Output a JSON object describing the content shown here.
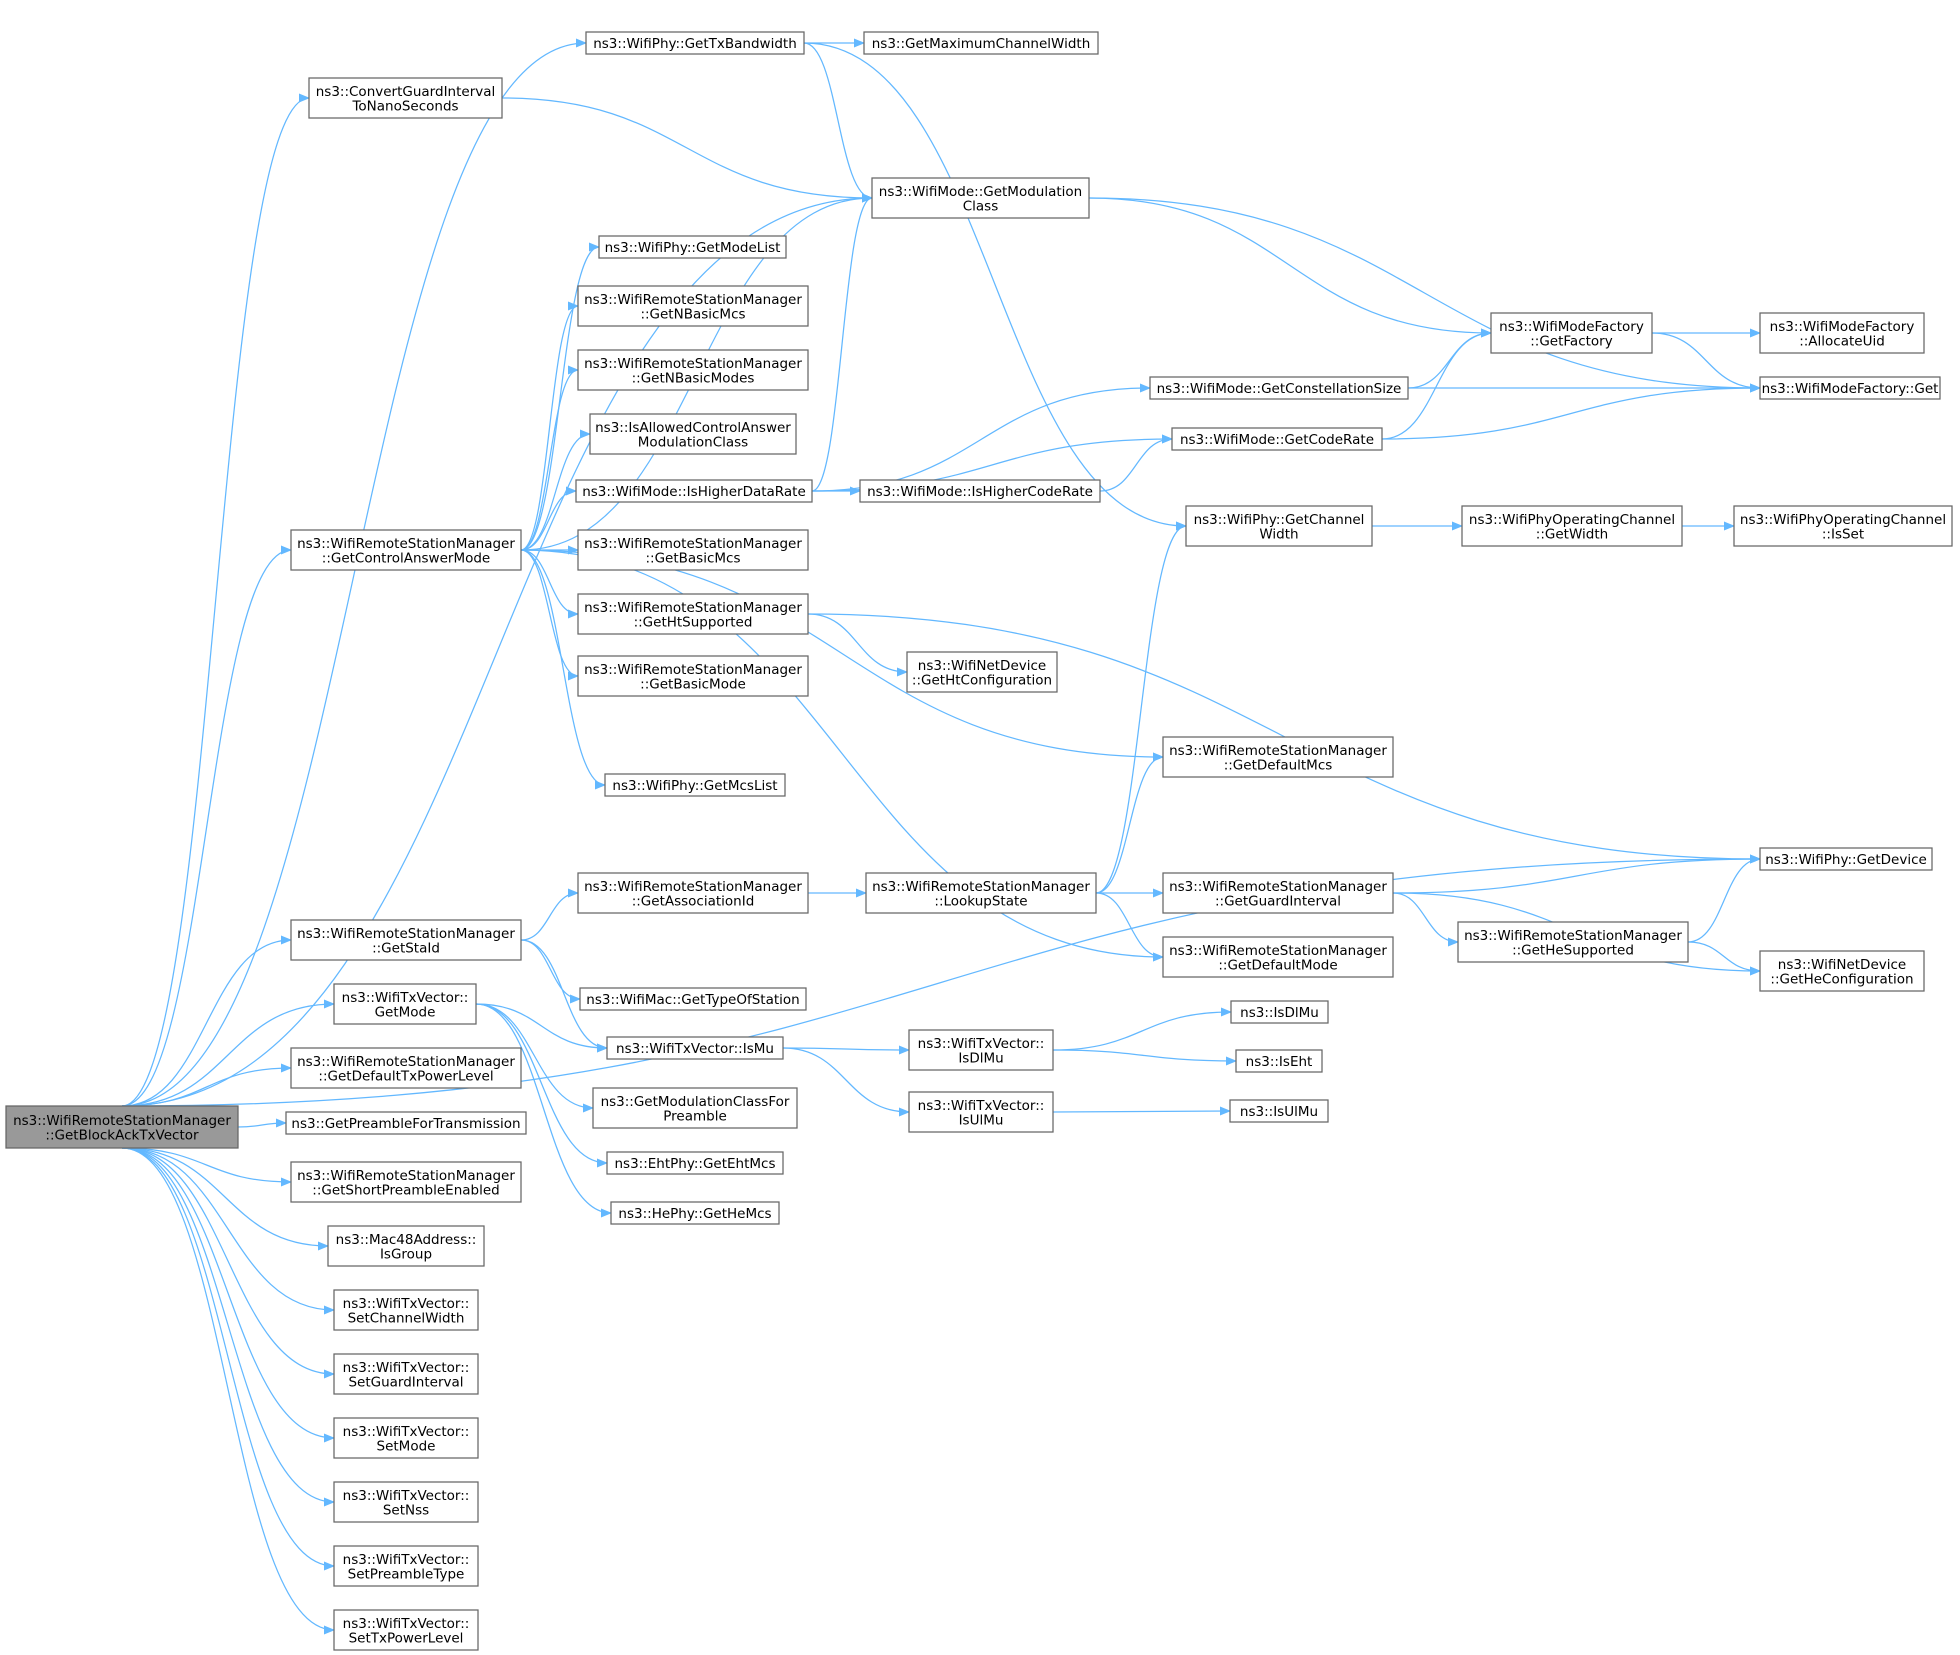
{
  "nodes": [
    {
      "id": "root",
      "lines": [
        "ns3::WifiRemoteStationManager",
        "::GetBlockAckTxVector"
      ],
      "root": true
    },
    {
      "id": "gettxbw",
      "lines": [
        "ns3::WifiPhy::GetTxBandwidth"
      ]
    },
    {
      "id": "getmaxcw",
      "lines": [
        "ns3::GetMaximumChannelWidth"
      ]
    },
    {
      "id": "convgi",
      "lines": [
        "ns3::ConvertGuardInterval",
        "ToNanoSeconds"
      ]
    },
    {
      "id": "getmodclass",
      "lines": [
        "ns3::WifiMode::GetModulation",
        "Class"
      ]
    },
    {
      "id": "getmodelist",
      "lines": [
        "ns3::WifiPhy::GetModeList"
      ]
    },
    {
      "id": "getnbasicmcs",
      "lines": [
        "ns3::WifiRemoteStationManager",
        "::GetNBasicMcs"
      ]
    },
    {
      "id": "getnbasicmodes",
      "lines": [
        "ns3::WifiRemoteStationManager",
        "::GetNBasicModes"
      ]
    },
    {
      "id": "isallowed",
      "lines": [
        "ns3::IsAllowedControlAnswer",
        "ModulationClass"
      ]
    },
    {
      "id": "ishigherdr",
      "lines": [
        "ns3::WifiMode::IsHigherDataRate"
      ]
    },
    {
      "id": "ishighercr",
      "lines": [
        "ns3::WifiMode::IsHigherCodeRate"
      ]
    },
    {
      "id": "getcam",
      "lines": [
        "ns3::WifiRemoteStationManager",
        "::GetControlAnswerMode"
      ]
    },
    {
      "id": "getbasicmcs",
      "lines": [
        "ns3::WifiRemoteStationManager",
        "::GetBasicMcs"
      ]
    },
    {
      "id": "gethtsupp",
      "lines": [
        "ns3::WifiRemoteStationManager",
        "::GetHtSupported"
      ]
    },
    {
      "id": "getbasicmode",
      "lines": [
        "ns3::WifiRemoteStationManager",
        "::GetBasicMode"
      ]
    },
    {
      "id": "getmcslist",
      "lines": [
        "ns3::WifiPhy::GetMcsList"
      ]
    },
    {
      "id": "htconfig",
      "lines": [
        "ns3::WifiNetDevice",
        "::GetHtConfiguration"
      ]
    },
    {
      "id": "getdefmcs",
      "lines": [
        "ns3::WifiRemoteStationManager",
        "::GetDefaultMcs"
      ]
    },
    {
      "id": "getfactory",
      "lines": [
        "ns3::WifiModeFactory",
        "::GetFactory"
      ]
    },
    {
      "id": "allocuid",
      "lines": [
        "ns3::WifiModeFactory",
        "::AllocateUid"
      ]
    },
    {
      "id": "mfget",
      "lines": [
        "ns3::WifiModeFactory::Get"
      ]
    },
    {
      "id": "getconst",
      "lines": [
        "ns3::WifiMode::GetConstellationSize"
      ]
    },
    {
      "id": "getcoderate",
      "lines": [
        "ns3::WifiMode::GetCodeRate"
      ]
    },
    {
      "id": "getchw",
      "lines": [
        "ns3::WifiPhy::GetChannel",
        "Width"
      ]
    },
    {
      "id": "opgetwidth",
      "lines": [
        "ns3::WifiPhyOperatingChannel",
        "::GetWidth"
      ]
    },
    {
      "id": "opisset",
      "lines": [
        "ns3::WifiPhyOperatingChannel",
        "::IsSet"
      ]
    },
    {
      "id": "getdevice",
      "lines": [
        "ns3::WifiPhy::GetDevice"
      ]
    },
    {
      "id": "getstaid",
      "lines": [
        "ns3::WifiRemoteStationManager",
        "::GetStaId"
      ]
    },
    {
      "id": "getassocid",
      "lines": [
        "ns3::WifiRemoteStationManager",
        "::GetAssociationId"
      ]
    },
    {
      "id": "lookupstate",
      "lines": [
        "ns3::WifiRemoteStationManager",
        "::LookupState"
      ]
    },
    {
      "id": "getgi",
      "lines": [
        "ns3::WifiRemoteStationManager",
        "::GetGuardInterval"
      ]
    },
    {
      "id": "gethesupp",
      "lines": [
        "ns3::WifiRemoteStationManager",
        "::GetHeSupported"
      ]
    },
    {
      "id": "getdefmode",
      "lines": [
        "ns3::WifiRemoteStationManager",
        "::GetDefaultMode"
      ]
    },
    {
      "id": "heconfig",
      "lines": [
        "ns3::WifiNetDevice",
        "::GetHeConfiguration"
      ]
    },
    {
      "id": "gettypeofsta",
      "lines": [
        "ns3::WifiMac::GetTypeOfStation"
      ]
    },
    {
      "id": "txvgetmode",
      "lines": [
        "ns3::WifiTxVector::",
        "GetMode"
      ]
    },
    {
      "id": "ismu",
      "lines": [
        "ns3::WifiTxVector::IsMu"
      ]
    },
    {
      "id": "isdlmu",
      "lines": [
        "ns3::WifiTxVector::",
        "IsDlMu"
      ]
    },
    {
      "id": "nsisdlmu",
      "lines": [
        "ns3::IsDlMu"
      ]
    },
    {
      "id": "nsiseht",
      "lines": [
        "ns3::IsEht"
      ]
    },
    {
      "id": "isulmu",
      "lines": [
        "ns3::WifiTxVector::",
        "IsUlMu"
      ]
    },
    {
      "id": "nsisulmu",
      "lines": [
        "ns3::IsUlMu"
      ]
    },
    {
      "id": "getmodclassforpre",
      "lines": [
        "ns3::GetModulationClassFor",
        "Preamble"
      ]
    },
    {
      "id": "getehtmcs",
      "lines": [
        "ns3::EhtPhy::GetEhtMcs"
      ]
    },
    {
      "id": "gethemcs",
      "lines": [
        "ns3::HePhy::GetHeMcs"
      ]
    },
    {
      "id": "getdeftxpow",
      "lines": [
        "ns3::WifiRemoteStationManager",
        "::GetDefaultTxPowerLevel"
      ]
    },
    {
      "id": "getpreamble",
      "lines": [
        "ns3::GetPreambleForTransmission"
      ]
    },
    {
      "id": "getshortpre",
      "lines": [
        "ns3::WifiRemoteStationManager",
        "::GetShortPreambleEnabled"
      ]
    },
    {
      "id": "isgroup",
      "lines": [
        "ns3::Mac48Address::",
        "IsGroup"
      ]
    },
    {
      "id": "setchw",
      "lines": [
        "ns3::WifiTxVector::",
        "SetChannelWidth"
      ]
    },
    {
      "id": "setgi",
      "lines": [
        "ns3::WifiTxVector::",
        "SetGuardInterval"
      ]
    },
    {
      "id": "setmode",
      "lines": [
        "ns3::WifiTxVector::",
        "SetMode"
      ]
    },
    {
      "id": "setnss",
      "lines": [
        "ns3::WifiTxVector::",
        "SetNss"
      ]
    },
    {
      "id": "setpreamble",
      "lines": [
        "ns3::WifiTxVector::",
        "SetPreambleType"
      ]
    },
    {
      "id": "settxpow",
      "lines": [
        "ns3::WifiTxVector::",
        "SetTxPowerLevel"
      ]
    }
  ],
  "edges": [
    [
      "root",
      "gettxbw"
    ],
    [
      "root",
      "convgi"
    ],
    [
      "root",
      "getmodclass"
    ],
    [
      "root",
      "getcam"
    ],
    [
      "root",
      "getdevice"
    ],
    [
      "root",
      "getstaid"
    ],
    [
      "root",
      "txvgetmode"
    ],
    [
      "root",
      "getdeftxpow"
    ],
    [
      "root",
      "getpreamble"
    ],
    [
      "root",
      "getshortpre"
    ],
    [
      "root",
      "isgroup"
    ],
    [
      "root",
      "setchw"
    ],
    [
      "root",
      "setgi"
    ],
    [
      "root",
      "setmode"
    ],
    [
      "root",
      "setnss"
    ],
    [
      "root",
      "setpreamble"
    ],
    [
      "root",
      "settxpow"
    ],
    [
      "gettxbw",
      "getmaxcw"
    ],
    [
      "gettxbw",
      "getmodclass"
    ],
    [
      "gettxbw",
      "getchw"
    ],
    [
      "convgi",
      "getmodclass"
    ],
    [
      "getmodclass",
      "getfactory"
    ],
    [
      "getmodclass",
      "mfget"
    ],
    [
      "getcam",
      "getmodclass"
    ],
    [
      "getcam",
      "getmodelist"
    ],
    [
      "getcam",
      "getnbasicmcs"
    ],
    [
      "getcam",
      "getnbasicmodes"
    ],
    [
      "getcam",
      "isallowed"
    ],
    [
      "getcam",
      "ishigherdr"
    ],
    [
      "getcam",
      "getbasicmcs"
    ],
    [
      "getcam",
      "gethtsupp"
    ],
    [
      "getcam",
      "getbasicmode"
    ],
    [
      "getcam",
      "getmcslist"
    ],
    [
      "getcam",
      "getdefmcs"
    ],
    [
      "getcam",
      "getdefmode"
    ],
    [
      "ishigherdr",
      "getmodclass"
    ],
    [
      "ishigherdr",
      "getconst"
    ],
    [
      "ishigherdr",
      "getcoderate"
    ],
    [
      "ishigherdr",
      "ishighercr"
    ],
    [
      "ishighercr",
      "getcoderate"
    ],
    [
      "getconst",
      "getfactory"
    ],
    [
      "getconst",
      "mfget"
    ],
    [
      "getcoderate",
      "getfactory"
    ],
    [
      "getcoderate",
      "mfget"
    ],
    [
      "getfactory",
      "allocuid"
    ],
    [
      "getfactory",
      "mfget"
    ],
    [
      "getchw",
      "opgetwidth"
    ],
    [
      "opgetwidth",
      "opisset"
    ],
    [
      "gethtsupp",
      "htconfig"
    ],
    [
      "gethtsupp",
      "getdevice"
    ],
    [
      "getstaid",
      "getassocid"
    ],
    [
      "getstaid",
      "gettypeofsta"
    ],
    [
      "getstaid",
      "ismu"
    ],
    [
      "getassocid",
      "lookupstate"
    ],
    [
      "lookupstate",
      "getchw"
    ],
    [
      "lookupstate",
      "getdefmcs"
    ],
    [
      "lookupstate",
      "getgi"
    ],
    [
      "lookupstate",
      "getdefmode"
    ],
    [
      "getgi",
      "getdevice"
    ],
    [
      "getgi",
      "gethesupp"
    ],
    [
      "getgi",
      "heconfig"
    ],
    [
      "gethesupp",
      "getdevice"
    ],
    [
      "gethesupp",
      "heconfig"
    ],
    [
      "txvgetmode",
      "ismu"
    ],
    [
      "txvgetmode",
      "getmodclassforpre"
    ],
    [
      "txvgetmode",
      "getehtmcs"
    ],
    [
      "txvgetmode",
      "gethemcs"
    ],
    [
      "ismu",
      "isdlmu"
    ],
    [
      "ismu",
      "isulmu"
    ],
    [
      "isdlmu",
      "nsisdlmu"
    ],
    [
      "isdlmu",
      "nsiseht"
    ],
    [
      "isulmu",
      "nsisulmu"
    ]
  ]
}
